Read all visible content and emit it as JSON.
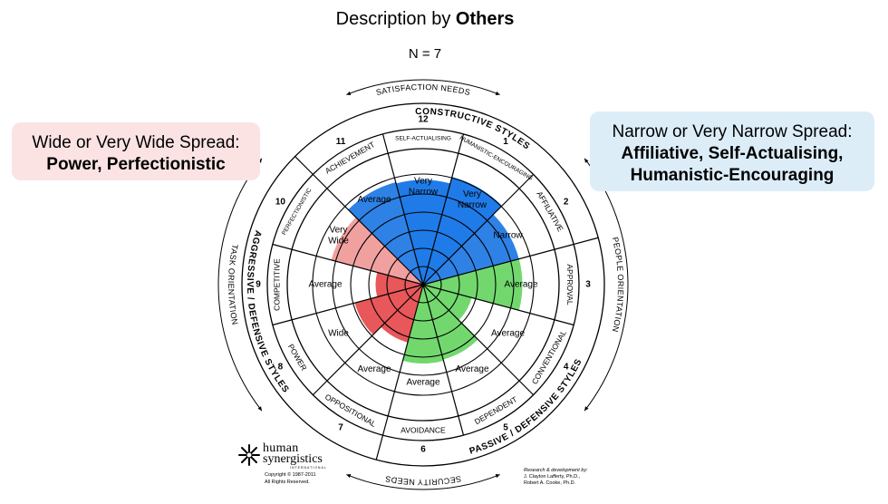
{
  "title": {
    "prefix": "Description by ",
    "bold": "Others"
  },
  "n_label": "N = 7",
  "callouts": {
    "left": {
      "line1": "Wide or Very Wide Spread:",
      "line2": "Power, Perfectionistic",
      "color": "#fbe3e4"
    },
    "right": {
      "line1": "Narrow or Very Narrow Spread:",
      "line2": "Affiliative, Self-Actualising,",
      "line3": "Humanistic-Encouraging",
      "color": "#dcedf8"
    }
  },
  "circumplex": {
    "cluster_colors": {
      "constructive": "#2e7fe8",
      "passive_defensive": "#72d86e",
      "aggressive_defensive": "#e8575a",
      "aggressive_light": "#f0a19f"
    },
    "styles": [
      {
        "number": "1",
        "name": "HUMANISTIC-ENCOURAGING",
        "spread": "Very Narrow",
        "level": 0.82,
        "color": "#1f7be8"
      },
      {
        "number": "2",
        "name": "AFFILIATIVE",
        "spread": "Narrow",
        "level": 0.73,
        "color": "#2e82e6"
      },
      {
        "number": "3",
        "name": "APPROVAL",
        "spread": "Average",
        "level": 0.73,
        "color": "#72d86e"
      },
      {
        "number": "4",
        "name": "CONVENTIONAL",
        "spread": "Average",
        "level": 0.37,
        "color": "#72d86e"
      },
      {
        "number": "5",
        "name": "DEPENDENT",
        "spread": "Average",
        "level": 0.57,
        "color": "#72d86e"
      },
      {
        "number": "6",
        "name": "AVOIDANCE",
        "spread": "Average",
        "level": 0.58,
        "color": "#72d86e"
      },
      {
        "number": "7",
        "name": "OPPOSITIONAL",
        "spread": "Average",
        "level": 0.44,
        "color": "#e8575a"
      },
      {
        "number": "8",
        "name": "POWER",
        "spread": "Wide",
        "level": 0.52,
        "color": "#e8575a"
      },
      {
        "number": "9",
        "name": "COMPETITIVE",
        "spread": "Average",
        "level": 0.35,
        "color": "#e8575a"
      },
      {
        "number": "10",
        "name": "PERFECTIONISTIC",
        "spread": "Very Wide",
        "level": 0.7,
        "color": "#f0a19f"
      },
      {
        "number": "11",
        "name": "ACHIEVEMENT",
        "spread": "Average",
        "level": 0.78,
        "color": "#2e82e6"
      },
      {
        "number": "12",
        "name": "SELF-ACTUALISING",
        "spread": "Very Narrow",
        "level": 0.77,
        "color": "#1f7be8"
      }
    ],
    "cluster_labels": {
      "constructive": "CONSTRUCTIVE STYLES",
      "passive": "PASSIVE / DEFENSIVE STYLES",
      "aggressive": "AGGRESSIVE / DEFENSIVE STYLES"
    },
    "outer_labels": {
      "top": "SATISFACTION NEEDS",
      "bottom": "SECURITY NEEDS",
      "left": "TASK ORIENTATION",
      "right": "PEOPLE ORIENTATION"
    }
  },
  "logo": {
    "line1": "human",
    "line2": "synergistics",
    "line3": "INTERNATIONAL",
    "copyright": "Copyright  ©  1987-2011",
    "rights": "All Rights Reserved."
  },
  "credits": {
    "line1": "Research & development by:",
    "line2": "J. Clayton Lafferty, Ph.D.,",
    "line3": "Robert A. Cooke, Ph.D."
  }
}
